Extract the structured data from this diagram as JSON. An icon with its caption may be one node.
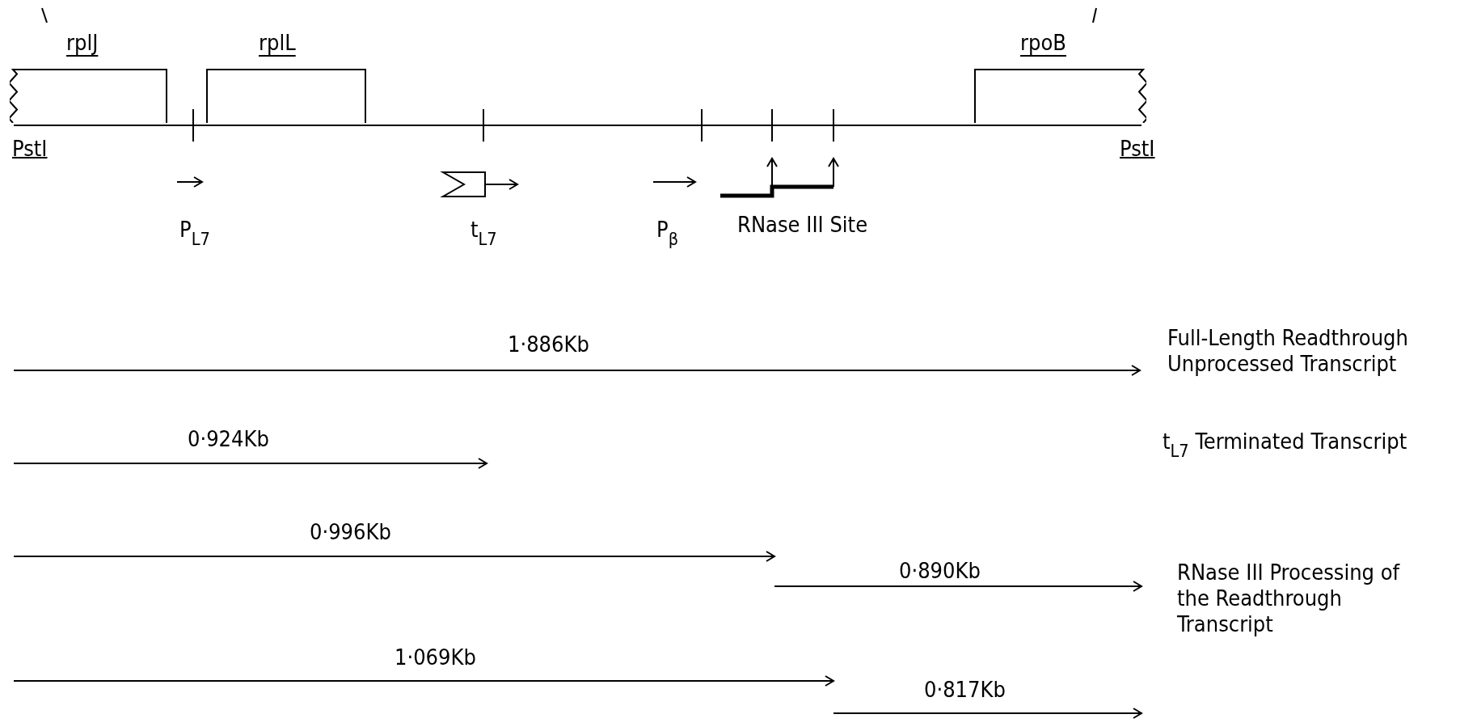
{
  "diagram": {
    "nodes": [
      {
        "text": [
          "rplJ"
        ]
      },
      {
        "text": [
          "rplL"
        ]
      },
      {
        "text": [
          "rpoB"
        ]
      },
      {
        "text": [],
        "shape": "bar"
      }
    ],
    "labels": [
      "PstI",
      "PstI",
      "P$_{L7}$",
      "t$_{L7}$",
      "P$_{β}$",
      "RNase III Site",
      "1·886Kb",
      "Full-Length Readthrough Unprocessed Transcript",
      "0·924Kb",
      "t$_{L7}$ Terminated Transcript",
      "0·996Kb",
      "0·890Kb",
      "RNase III Processing of the Readthrough Transcript",
      "1·069Kb",
      "0·817Kb"
    ]
  }
}
